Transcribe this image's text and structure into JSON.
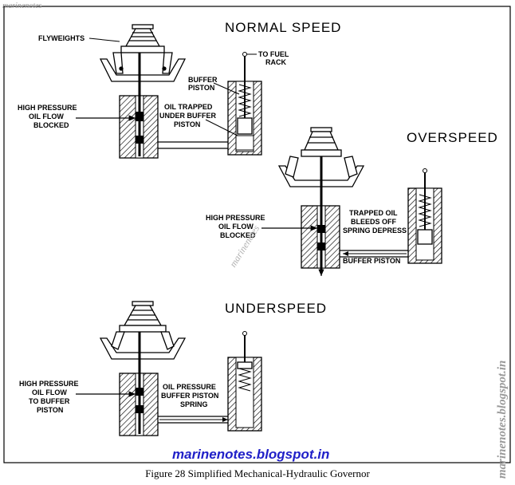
{
  "watermark_top": "marinenotes",
  "watermark_blog": "marinenotes.blogspot.in",
  "watermark_side": "marinenotes.blogspot.in",
  "watermark_diag": "marinenotes",
  "caption": "Figure 28   Simplified Mechanical-Hydraulic Governor",
  "normal": {
    "title": "NORMAL SPEED",
    "flyweights": "FLYWEIGHTS",
    "to_fuel": "TO FUEL",
    "rack": "RACK",
    "buffer": "BUFFER",
    "piston": "PISTON",
    "hp1": "HIGH PRESSURE",
    "hp2": "OIL FLOW",
    "hp3": "BLOCKED",
    "trap1": "OIL TRAPPED",
    "trap2": "UNDER BUFFER",
    "trap3": "PISTON"
  },
  "over": {
    "title": "OVERSPEED",
    "hp1": "HIGH PRESSURE",
    "hp2": "OIL FLOW",
    "hp3": "BLOCKED",
    "trap1": "TRAPPED OIL",
    "trap2": "BLEEDS OFF",
    "trap3": "SPRING DEPRESS",
    "buffer_piston": "BUFFER PISTON"
  },
  "under": {
    "title": "UNDERSPEED",
    "hp1": "HIGH PRESSURE",
    "hp2": "OIL FLOW",
    "hp3": "TO BUFFER",
    "hp4": "PISTON",
    "oil1": "OIL PRESSURE",
    "oil2": "BUFFER PISTON",
    "oil3": "SPRING"
  }
}
